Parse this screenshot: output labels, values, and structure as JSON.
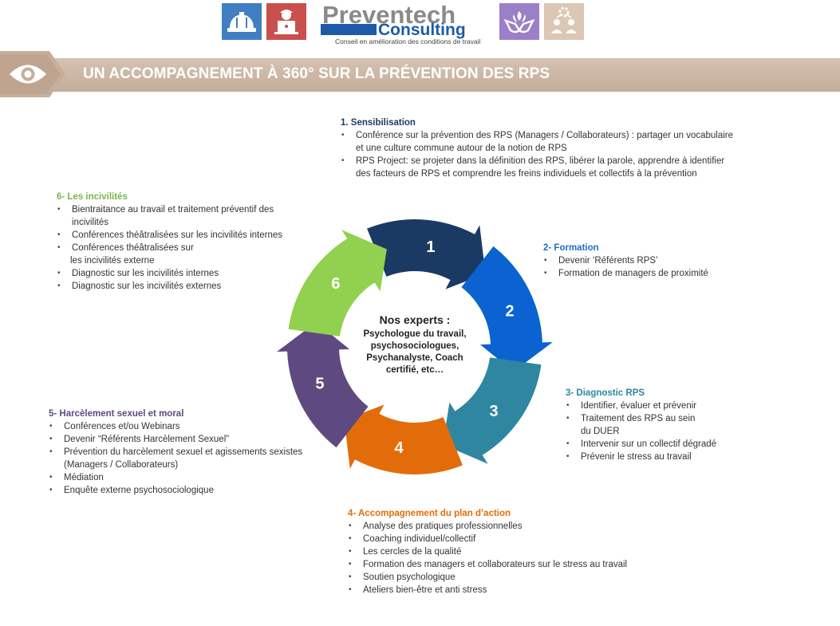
{
  "header": {
    "logo_line1": "Preventech",
    "logo_line2": "Consulting",
    "logo_tagline": "Conseil en amélioration des conditions de travail",
    "icons": [
      "hard-hat-icon",
      "worker-laptop-icon",
      "hands-care-icon",
      "team-gear-icon"
    ]
  },
  "banner": {
    "title": "UN ACCOMPAGNEMENT À 360° SUR LA PRÉVENTION DES RPS",
    "icon": "eye-icon"
  },
  "colors": {
    "step1": "#1b3a63",
    "step2": "#0a63d0",
    "step3": "#2e86a0",
    "step4": "#e36c0a",
    "step5": "#5e4a80",
    "step6": "#92d050",
    "banner": "#c9b3a0"
  },
  "cycle": {
    "numbers": [
      "1",
      "2",
      "3",
      "4",
      "5",
      "6"
    ],
    "center_title": "Nos experts :",
    "center_lines": [
      "Psychologue du travail,",
      "psychosociologues,",
      "Psychanalyste, Coach",
      "certifié, etc…"
    ]
  },
  "sections": {
    "s1": {
      "title": "1. Sensibilisation",
      "items": [
        [
          "Conférence sur la prévention des RPS  (Managers / Collaborateurs) : partager un vocabulaire",
          "et une culture commune autour de  la notion de RPS"
        ],
        [
          "RPS Project: se projeter dans la définition des RPS, libérer la parole, apprendre à identifier",
          "des facteurs de RPS et comprendre les freins individuels et collectifs à la prévention"
        ]
      ]
    },
    "s2": {
      "title": "2- Formation",
      "items": [
        [
          "Devenir  ‘Référents  RPS’"
        ],
        [
          "Formation de managers de proximité"
        ]
      ]
    },
    "s3": {
      "title": "3- Diagnostic  RPS",
      "items": [
        [
          "Identifier, évaluer et prévenir"
        ],
        [
          "Traitement des RPS au sein",
          "du DUER"
        ],
        [
          "Intervenir sur un collectif dégradé"
        ],
        [
          "Prévenir le stress au travail"
        ]
      ]
    },
    "s4": {
      "title": "4- Accompagnement du plan d’action",
      "items": [
        [
          "Analyse des pratiques professionnelles"
        ],
        [
          "Coaching individuel/collectif"
        ],
        [
          "Les cercles de la qualité"
        ],
        [
          "Formation des managers et collaborateurs sur le stress au travail"
        ],
        [
          "Soutien psychologique"
        ],
        [
          "Ateliers bien-être et anti stress"
        ]
      ]
    },
    "s5": {
      "title": "5- Harcèlement sexuel et moral",
      "items": [
        [
          "Conférences et/ou Webinars"
        ],
        [
          "Devenir “Référents  Harcèlement Sexuel”"
        ],
        [
          "Prévention du harcèlement sexuel et agissements sexistes",
          "(Managers / Collaborateurs)"
        ],
        [
          "Médiation"
        ],
        [
          "Enquête  externe  psychosociologique"
        ]
      ]
    },
    "s6": {
      "title": "6- Les incivilités",
      "items": [
        [
          "Bientraitance au travail et traitement préventif des",
          "incivilités"
        ],
        [
          "Conférences théâtralisées sur les incivilités internes"
        ],
        [
          "Conférences théâtralisées sur",
          "les incivilités externe"
        ],
        [
          "Diagnostic sur les incivilités internes"
        ],
        [
          "Diagnostic sur les incivilités externes"
        ]
      ]
    }
  }
}
